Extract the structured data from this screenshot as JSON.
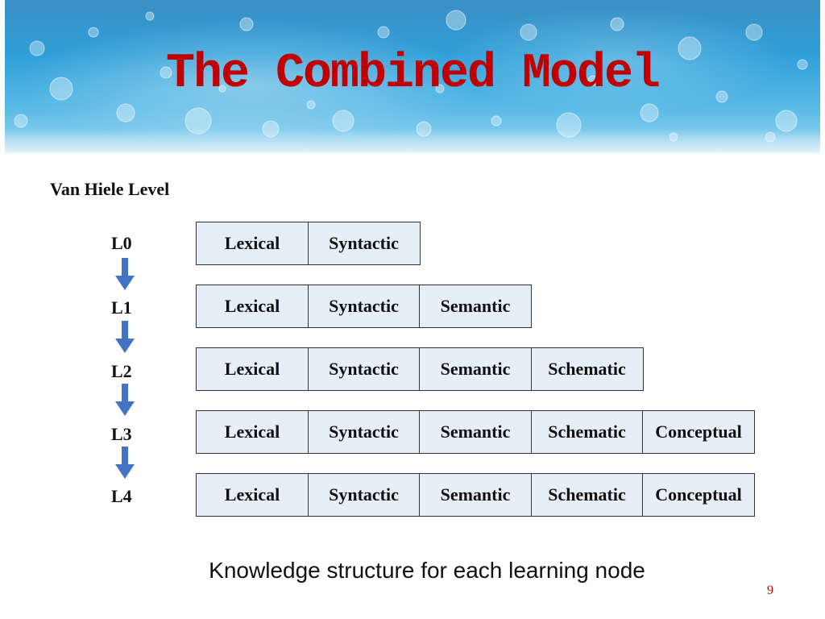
{
  "slide": {
    "title": "The Combined Model",
    "caption": "Knowledge structure for each learning node",
    "page_number": "9"
  },
  "diagram": {
    "heading": "Van Hiele Level",
    "levels": [
      {
        "label": "L0",
        "cells": [
          "Lexical",
          "Syntactic"
        ]
      },
      {
        "label": "L1",
        "cells": [
          "Lexical",
          "Syntactic",
          "Semantic"
        ]
      },
      {
        "label": "L2",
        "cells": [
          "Lexical",
          "Syntactic",
          "Semantic",
          "Schematic"
        ]
      },
      {
        "label": "L3",
        "cells": [
          "Lexical",
          "Syntactic",
          "Semantic",
          "Schematic",
          "Conceptual"
        ]
      },
      {
        "label": "L4",
        "cells": [
          "Lexical",
          "Syntactic",
          "Semantic",
          "Schematic",
          "Conceptual"
        ]
      }
    ],
    "arrow_icon": "arrow-down-icon"
  },
  "colors": {
    "title": "#c00000",
    "cell_fill": "#e6eef8",
    "arrow": "#4472c4",
    "page_number": "#c00000"
  }
}
